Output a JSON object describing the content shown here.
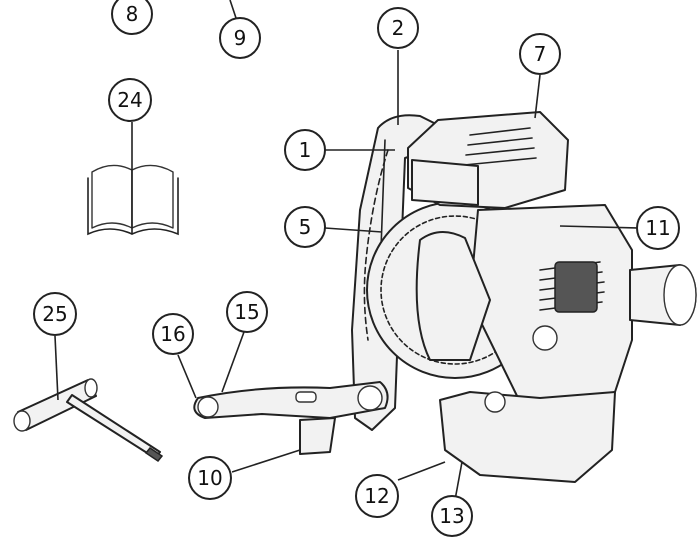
{
  "callouts": [
    {
      "id": "c1",
      "label": "1"
    },
    {
      "id": "c2",
      "label": "2"
    },
    {
      "id": "c5",
      "label": "5"
    },
    {
      "id": "c7",
      "label": "7"
    },
    {
      "id": "c8",
      "label": "8"
    },
    {
      "id": "c9",
      "label": "9"
    },
    {
      "id": "c10",
      "label": "10"
    },
    {
      "id": "c11",
      "label": "11"
    },
    {
      "id": "c12",
      "label": "12"
    },
    {
      "id": "c13",
      "label": "13"
    },
    {
      "id": "c15",
      "label": "15"
    },
    {
      "id": "c16",
      "label": "16"
    },
    {
      "id": "c24",
      "label": "24"
    },
    {
      "id": "c25",
      "label": "25"
    }
  ]
}
